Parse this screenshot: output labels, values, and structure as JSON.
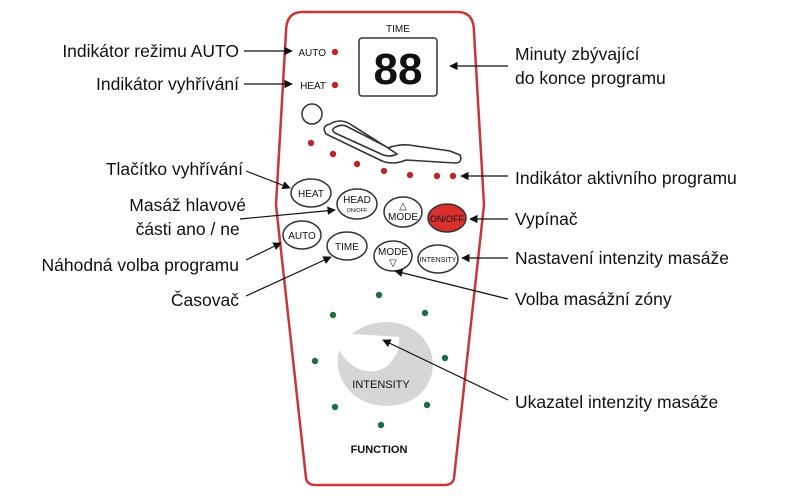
{
  "remote": {
    "time_label": "TIME",
    "display_digits": "88",
    "auto_label": "AUTO",
    "heat_label": "HEAT",
    "buttons": {
      "heat": "HEAT",
      "head_line1": "HEAD",
      "head_line2": "ON/OFF",
      "mode_up_arrow": "△",
      "mode_up_label": "MODE",
      "onoff": "ON/OFF",
      "auto": "AUTO",
      "time": "TIME",
      "mode_down_label": "MODE",
      "mode_down_arrow": "▽",
      "intensity": "INTENSITY"
    },
    "dial_label": "INTENSITY",
    "function_label": "FUNCTION"
  },
  "callouts": {
    "auto_indicator": "Indikátor režimu AUTO",
    "heat_indicator": "Indikátor vyhřívání",
    "minutes_line1": "Minuty zbývající",
    "minutes_line2": "do konce programu",
    "heat_button": "Tlačítko vyhřívání",
    "active_program": "Indikátor aktivního programu",
    "head_massage_line1": "Masáž hlavové",
    "head_massage_line2": "části ano / ne",
    "power": "Vypínač",
    "random_program": "Náhodná volba programu",
    "intensity_setting": "Nastavení intenzity masáže",
    "timer": "Časovač",
    "zone_select": "Volba masážní zóny",
    "intensity_indicator": "Ukazatel intenzity masáže"
  },
  "colors": {
    "outline": "#c8363a",
    "led_red": "#b8272c",
    "led_green": "#1f6b45",
    "power_button": "#d9302e",
    "text": "#111111"
  }
}
